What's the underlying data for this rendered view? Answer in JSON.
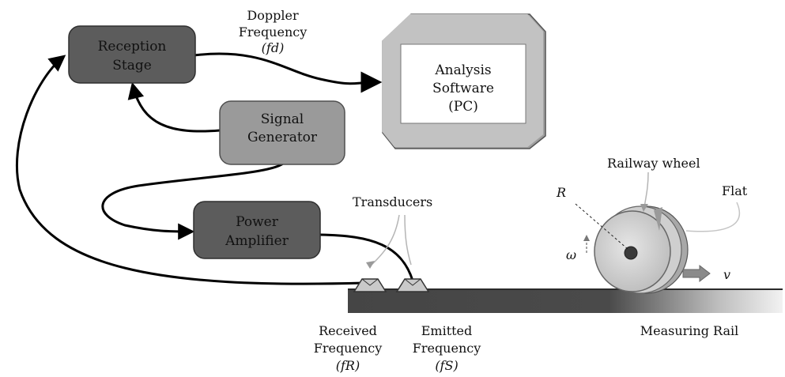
{
  "boxes": {
    "reception": [
      "Reception",
      "Stage"
    ],
    "signal_generator": [
      "Signal",
      "Generator"
    ],
    "power_amplifier": [
      "Power",
      "Amplifier"
    ],
    "analysis": [
      "Analysis",
      "Software",
      "(PC)"
    ]
  },
  "labels": {
    "doppler": [
      "Doppler",
      "Frequency",
      "(fd)"
    ],
    "transducers": "Transducers",
    "received": [
      "Received",
      "Frequency",
      "(fR)"
    ],
    "emitted": [
      "Emitted",
      "Frequency",
      "(fS)"
    ],
    "railway_wheel": "Railway wheel",
    "flat": "Flat",
    "measuring_rail": "Measuring Rail",
    "radius": "R",
    "omega": "ω",
    "velocity": "v"
  },
  "colors": {
    "dark_box": "#5c5c5c",
    "mid_box": "#9a9a9a",
    "pc_frame": "#b4b4b4",
    "rail": "#4a4a4a",
    "arrow": "#000000"
  }
}
